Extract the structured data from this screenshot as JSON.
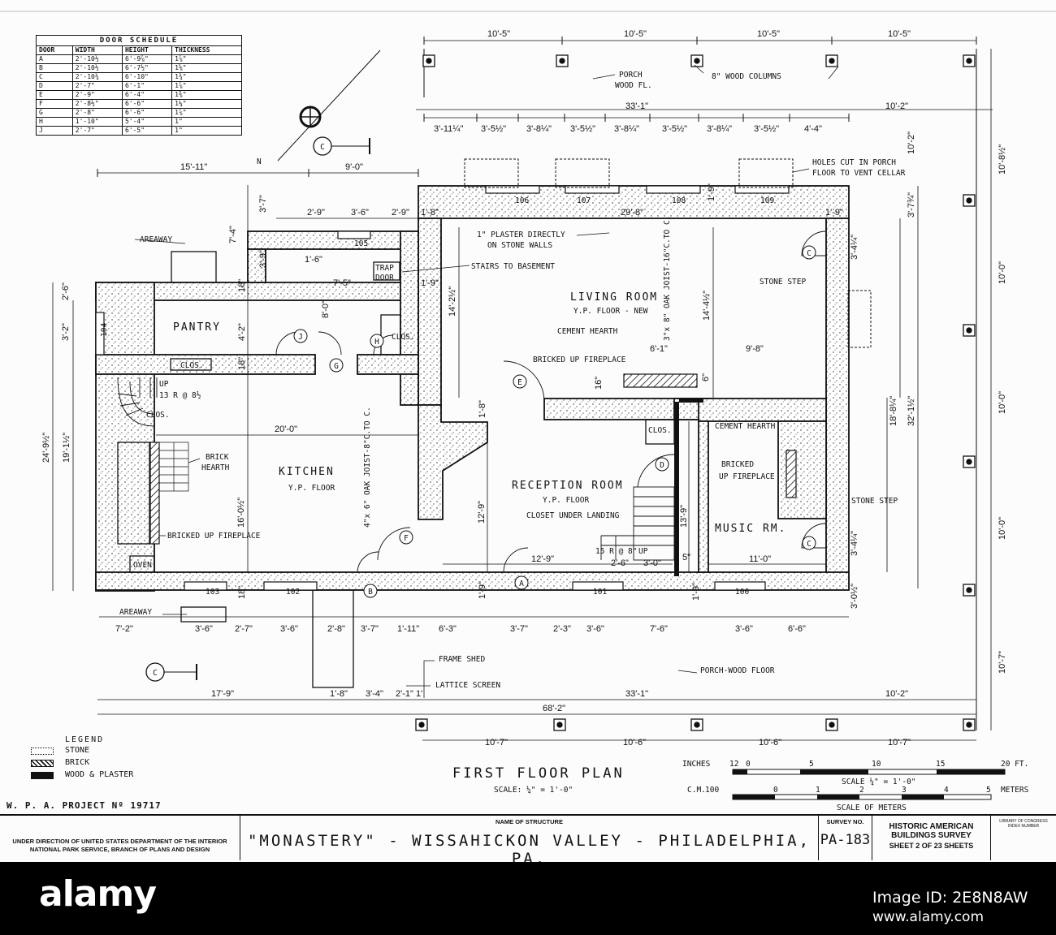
{
  "door_schedule": {
    "title": "DOOR SCHEDULE",
    "headers": [
      "DOOR",
      "WIDTH",
      "HEIGHT",
      "THICKNESS"
    ],
    "rows": [
      [
        "A",
        "2'-10½",
        "6'-9⅞\"",
        "1⅞\""
      ],
      [
        "B",
        "2'-10½",
        "6'-7½\"",
        "1⅝\""
      ],
      [
        "C",
        "2'-10¾",
        "6'-10\"",
        "1¾\""
      ],
      [
        "D",
        "2'-7\"",
        "6'-1\"",
        "1⅞\""
      ],
      [
        "E",
        "2'-9\"",
        "6'-4\"",
        "1⅜\""
      ],
      [
        "F",
        "2'-8½\"",
        "6'-6\"",
        "1¼\""
      ],
      [
        "G",
        "2'-8\"",
        "6'-6\"",
        "1⅞\""
      ],
      [
        "H",
        "1'-10\"",
        "5'-4\"",
        "1\""
      ],
      [
        "J",
        "2'-7\"",
        "6'-5\"",
        "1\""
      ]
    ]
  },
  "north": "N",
  "section_marker": "C",
  "rooms": {
    "living": "LIVING ROOM",
    "living_floor": "Y.P. FLOOR - NEW",
    "kitchen": "KITCHEN",
    "kitchen_floor": "Y.P. FLOOR",
    "reception": "RECEPTION ROOM",
    "reception_floor": "Y.P. FLOOR",
    "reception_note": "CLOSET UNDER LANDING",
    "music": "MUSIC RM.",
    "pantry": "PANTRY",
    "clos": "CLOS."
  },
  "notes": {
    "porch_wood_fl": "PORCH",
    "porch_wood_fl2": "WOOD FL.",
    "wood_columns": "8\" WOOD COLUMNS",
    "holes_1": "HOLES CUT IN PORCH",
    "holes_2": "FLOOR TO VENT CELLAR",
    "plaster_1": "1\" PLASTER DIRECTLY",
    "plaster_2": "ON STONE WALLS",
    "stairs": "STAIRS TO BASEMENT",
    "trap": "TRAP",
    "trap2": "DOOR",
    "stone_step": "STONE STEP",
    "cement_hearth": "CEMENT HEARTH",
    "bricked_fireplace": "BRICKED UP FIREPLACE",
    "bricked_fireplace_music_1": "BRICKED",
    "bricked_fireplace_music_2": "UP FIREPLACE",
    "brick_hearth_1": "BRICK",
    "brick_hearth_2": "HEARTH",
    "kitchen_fireplace": "BRICKED UP FIREPLACE",
    "oven": "OVEN",
    "areaway": "AREAWAY",
    "frame_shed": "FRAME SHED",
    "lattice": "LATTICE SCREEN",
    "porch_wood_floor": "PORCH-WOOD FLOOR",
    "joist_living": "3\"x 8\" OAK JOIST-16\"C.TO C.",
    "joist_kitchen": "4\"x 6\" OAK JOIST-8\"C.TO C.",
    "stair_up": "UP",
    "stair_kitchen": "13 R @ 8½",
    "stair_reception": "15 R @ 8\""
  },
  "dimensions": {
    "top_bays": [
      "10'-5\"",
      "10'-5\"",
      "10'-5\"",
      "10'-5\""
    ],
    "porch_33": "33'-1\"",
    "porch_10_2": "10'-2\"",
    "facade": [
      "3'-11¼\"",
      "3'-5½\"",
      "3'-8¼\"",
      "3'-5½\"",
      "3'-8¼\"",
      "3'-5½\"",
      "3'-8¼\"",
      "3'-5½\"",
      "4'-4\""
    ],
    "overall_15_11": "15'-11\"",
    "overall_9_0": "9'-0\"",
    "pantry_row": [
      "2'-9\"",
      "3'-6\"",
      "2'-9\""
    ],
    "d_1_8": "1'-8\"",
    "d_29_8": "29'-8\"",
    "d_1_9": "1'-9\"",
    "d_7_4": "7'-4\"",
    "d_3_7": "3'-7\"",
    "d_3_9": "3'-9\"",
    "d_1_6": "1'-6\"",
    "d_7_5": "7'-5\"",
    "d_1_9b": "1'-9\"",
    "d_14_2": "14'-2½\"",
    "d_14_4": "14'-4½\"",
    "d_6_1": "6'-1\"",
    "d_9_8": "9'-8\"",
    "d_16": "16\"",
    "d_6": "6\"",
    "d_20_0": "20'-0\"",
    "d_16_0": "16'-0½\"",
    "d_12_9v": "12'-9\"",
    "d_12_9h": "12'-9\"",
    "d_13_9": "13'-9\"",
    "d_11_0": "11'-0\"",
    "d_2_6": "2'-6\"",
    "d_3_0": "3'-0\"",
    "d_5": "5\"",
    "d_4_2": "4'-2\"",
    "d_8_0": "8'-0\"",
    "d_18a": "18\"",
    "d_18b": "18\"",
    "d_18c": "18\"",
    "d_1_9c": "1'-9\"",
    "d_1_9d": "1'-9\"",
    "d_1_9e": "1'-9\"",
    "d_1_8b": "1'-8\"",
    "left_vert": [
      "2'-6\"",
      "3'-2\"",
      "24'-9½\"",
      "19'-1½\""
    ],
    "right_vert": [
      "10'-8½\"",
      "10'-2\"",
      "3'-7¾\"",
      "3'-4¼\"",
      "10'-0\"",
      "10'-0\"",
      "10'-0\"",
      "18'-8¼\"",
      "32'-1½\"",
      "3'-4¼\"",
      "3'-0½\"",
      "10'-7\""
    ],
    "bottom_row": [
      "7'-2\"",
      "3'-6\"",
      "2'-7\"",
      "3'-6\"",
      "2'-8\"",
      "3'-7\"",
      "1'-11\"",
      "6'-3\"",
      "3'-7\"",
      "2'-3\"",
      "3'-6\"",
      "7'-6\"",
      "3'-6\"",
      "6'-6\""
    ],
    "shed_row": [
      "1'-8\"",
      "3'-4\"",
      "2'-1\"",
      "1'"
    ],
    "d_17_9": "17'-9\"",
    "d_33_1b": "33'-1\"",
    "d_10_2b": "10'-2\"",
    "d_68_2": "68'-2\"",
    "porch_bays": [
      "10'-7\"",
      "10'-6\"",
      "10'-6\"",
      "10'-7\""
    ]
  },
  "windows": [
    "106",
    "107",
    "108",
    "109",
    "105",
    "104",
    "103",
    "102",
    "101",
    "100"
  ],
  "doors": [
    "A",
    "B",
    "C",
    "C",
    "D",
    "E",
    "F",
    "G",
    "H",
    "J"
  ],
  "legend": {
    "title": "LEGEND",
    "items": [
      "STONE",
      "BRICK",
      "WOOD & PLASTER"
    ]
  },
  "plan_title": "FIRST FLOOR PLAN",
  "plan_scale": "SCALE: ¼\" = 1'-0\"",
  "scale_bar": {
    "inches_label": "INCHES",
    "inch_ticks": [
      "12",
      "0",
      "5",
      "10",
      "15",
      "20 FT."
    ],
    "scale_text": "SCALE ¼\" = 1'-0\"",
    "cm_label": "C.M.",
    "cm_ticks": [
      "100",
      "0",
      "1",
      "2",
      "3",
      "4",
      "5"
    ],
    "meters": "METERS",
    "scale_of_meters": "SCALE OF METERS"
  },
  "wpa": "W. P. A. PROJECT Nº 19717",
  "title_block": {
    "dept_1": "UNDER DIRECTION OF UNITED STATES DEPARTMENT OF THE INTERIOR",
    "dept_2": "NATIONAL PARK SERVICE, BRANCH OF PLANS AND DESIGN",
    "name_label": "NAME OF STRUCTURE",
    "name": "\"MONASTERY\" - WISSAHICKON VALLEY - PHILADELPHIA, PA.",
    "survey_label": "SURVEY NO.",
    "survey_no": "PA-183",
    "habs_1": "HISTORIC AMERICAN",
    "habs_2": "BUILDINGS SURVEY",
    "sheet": "SHEET 2 OF 23 SHEETS",
    "loc_1": "LIBRARY OF CONGRESS",
    "loc_2": "INDEX NUMBER"
  },
  "watermark": {
    "logo": "alamy",
    "image_id": "Image ID: 2E8N8AW",
    "url": "www.alamy.com"
  }
}
